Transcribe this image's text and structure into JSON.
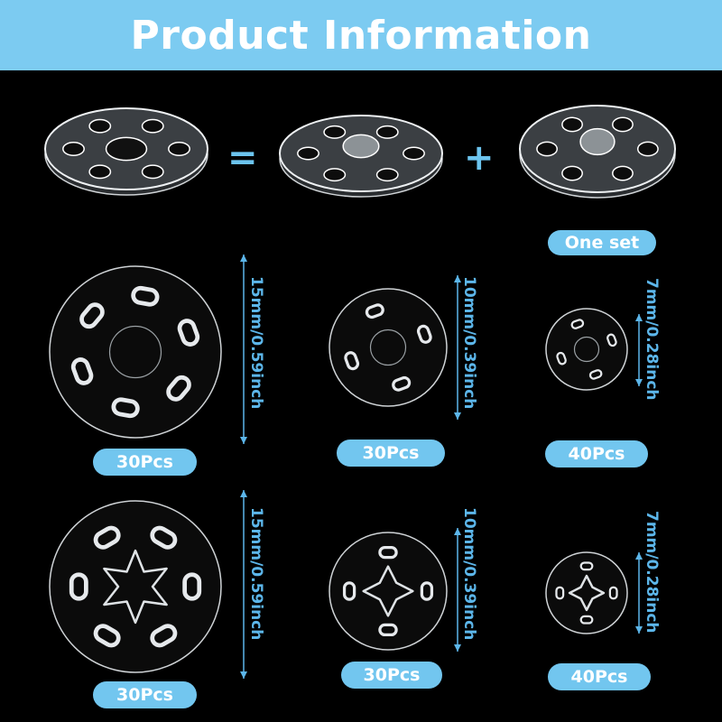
{
  "header": {
    "title": "Product Information"
  },
  "assembly": {
    "equals": "=",
    "plus": "+",
    "set_label": "One set"
  },
  "rows": [
    {
      "style": "socket",
      "items": [
        {
          "size": "15mm/0.59inch",
          "qty": "30Pcs"
        },
        {
          "size": "10mm/0.39inch",
          "qty": "30Pcs"
        },
        {
          "size": "7mm/0.28inch",
          "qty": "40Pcs"
        }
      ]
    },
    {
      "style": "star",
      "items": [
        {
          "size": "15mm/0.59inch",
          "qty": "30Pcs"
        },
        {
          "size": "10mm/0.39inch",
          "qty": "30Pcs"
        },
        {
          "size": "7mm/0.28inch",
          "qty": "40Pcs"
        }
      ]
    }
  ],
  "colors": {
    "accent": "#7ccbf1",
    "dimension": "#5cb6ea"
  }
}
